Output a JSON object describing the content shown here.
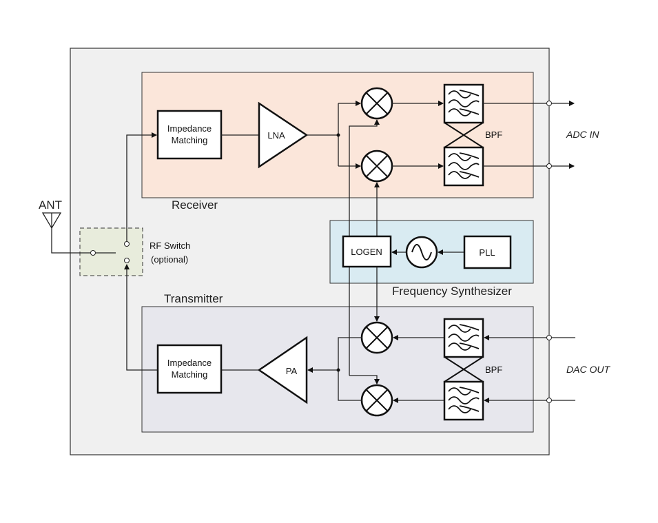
{
  "labels": {
    "antenna": "ANT",
    "rf_switch": "RF Switch",
    "rf_switch_note": "(optional)",
    "receiver": "Receiver",
    "transmitter": "Transmitter",
    "synth": "Frequency Synthesizer",
    "rx_match_1": "Impedance",
    "rx_match_2": "Matching",
    "tx_match_1": "Impedance",
    "tx_match_2": "Matching",
    "lna": "LNA",
    "pa": "PA",
    "logen": "LOGEN",
    "pll": "PLL",
    "rx_bpf": "BPF",
    "tx_bpf": "BPF",
    "adc": "ADC IN",
    "dac": "DAC OUT"
  },
  "colors": {
    "outer": "#f0f0f0",
    "receiver": "#fbe6da",
    "synth": "#d9ebf2",
    "transmitter": "#e7e7ed",
    "switch": "#e8ecdc"
  }
}
